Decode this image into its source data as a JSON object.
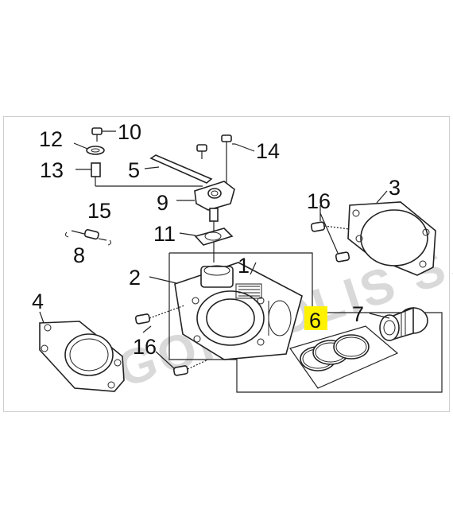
{
  "watermark": "GOROOLIS S.A.",
  "highlight_color": "#fff200",
  "callouts": {
    "n1": "1",
    "n2": "2",
    "n3": "3",
    "n4": "4",
    "n5": "5",
    "n6": "6",
    "n7": "7",
    "n8": "8",
    "n9": "9",
    "n10": "10",
    "n11": "11",
    "n12": "12",
    "n13": "13",
    "n14": "14",
    "n15": "15",
    "n16a": "16",
    "n16b": "16"
  }
}
